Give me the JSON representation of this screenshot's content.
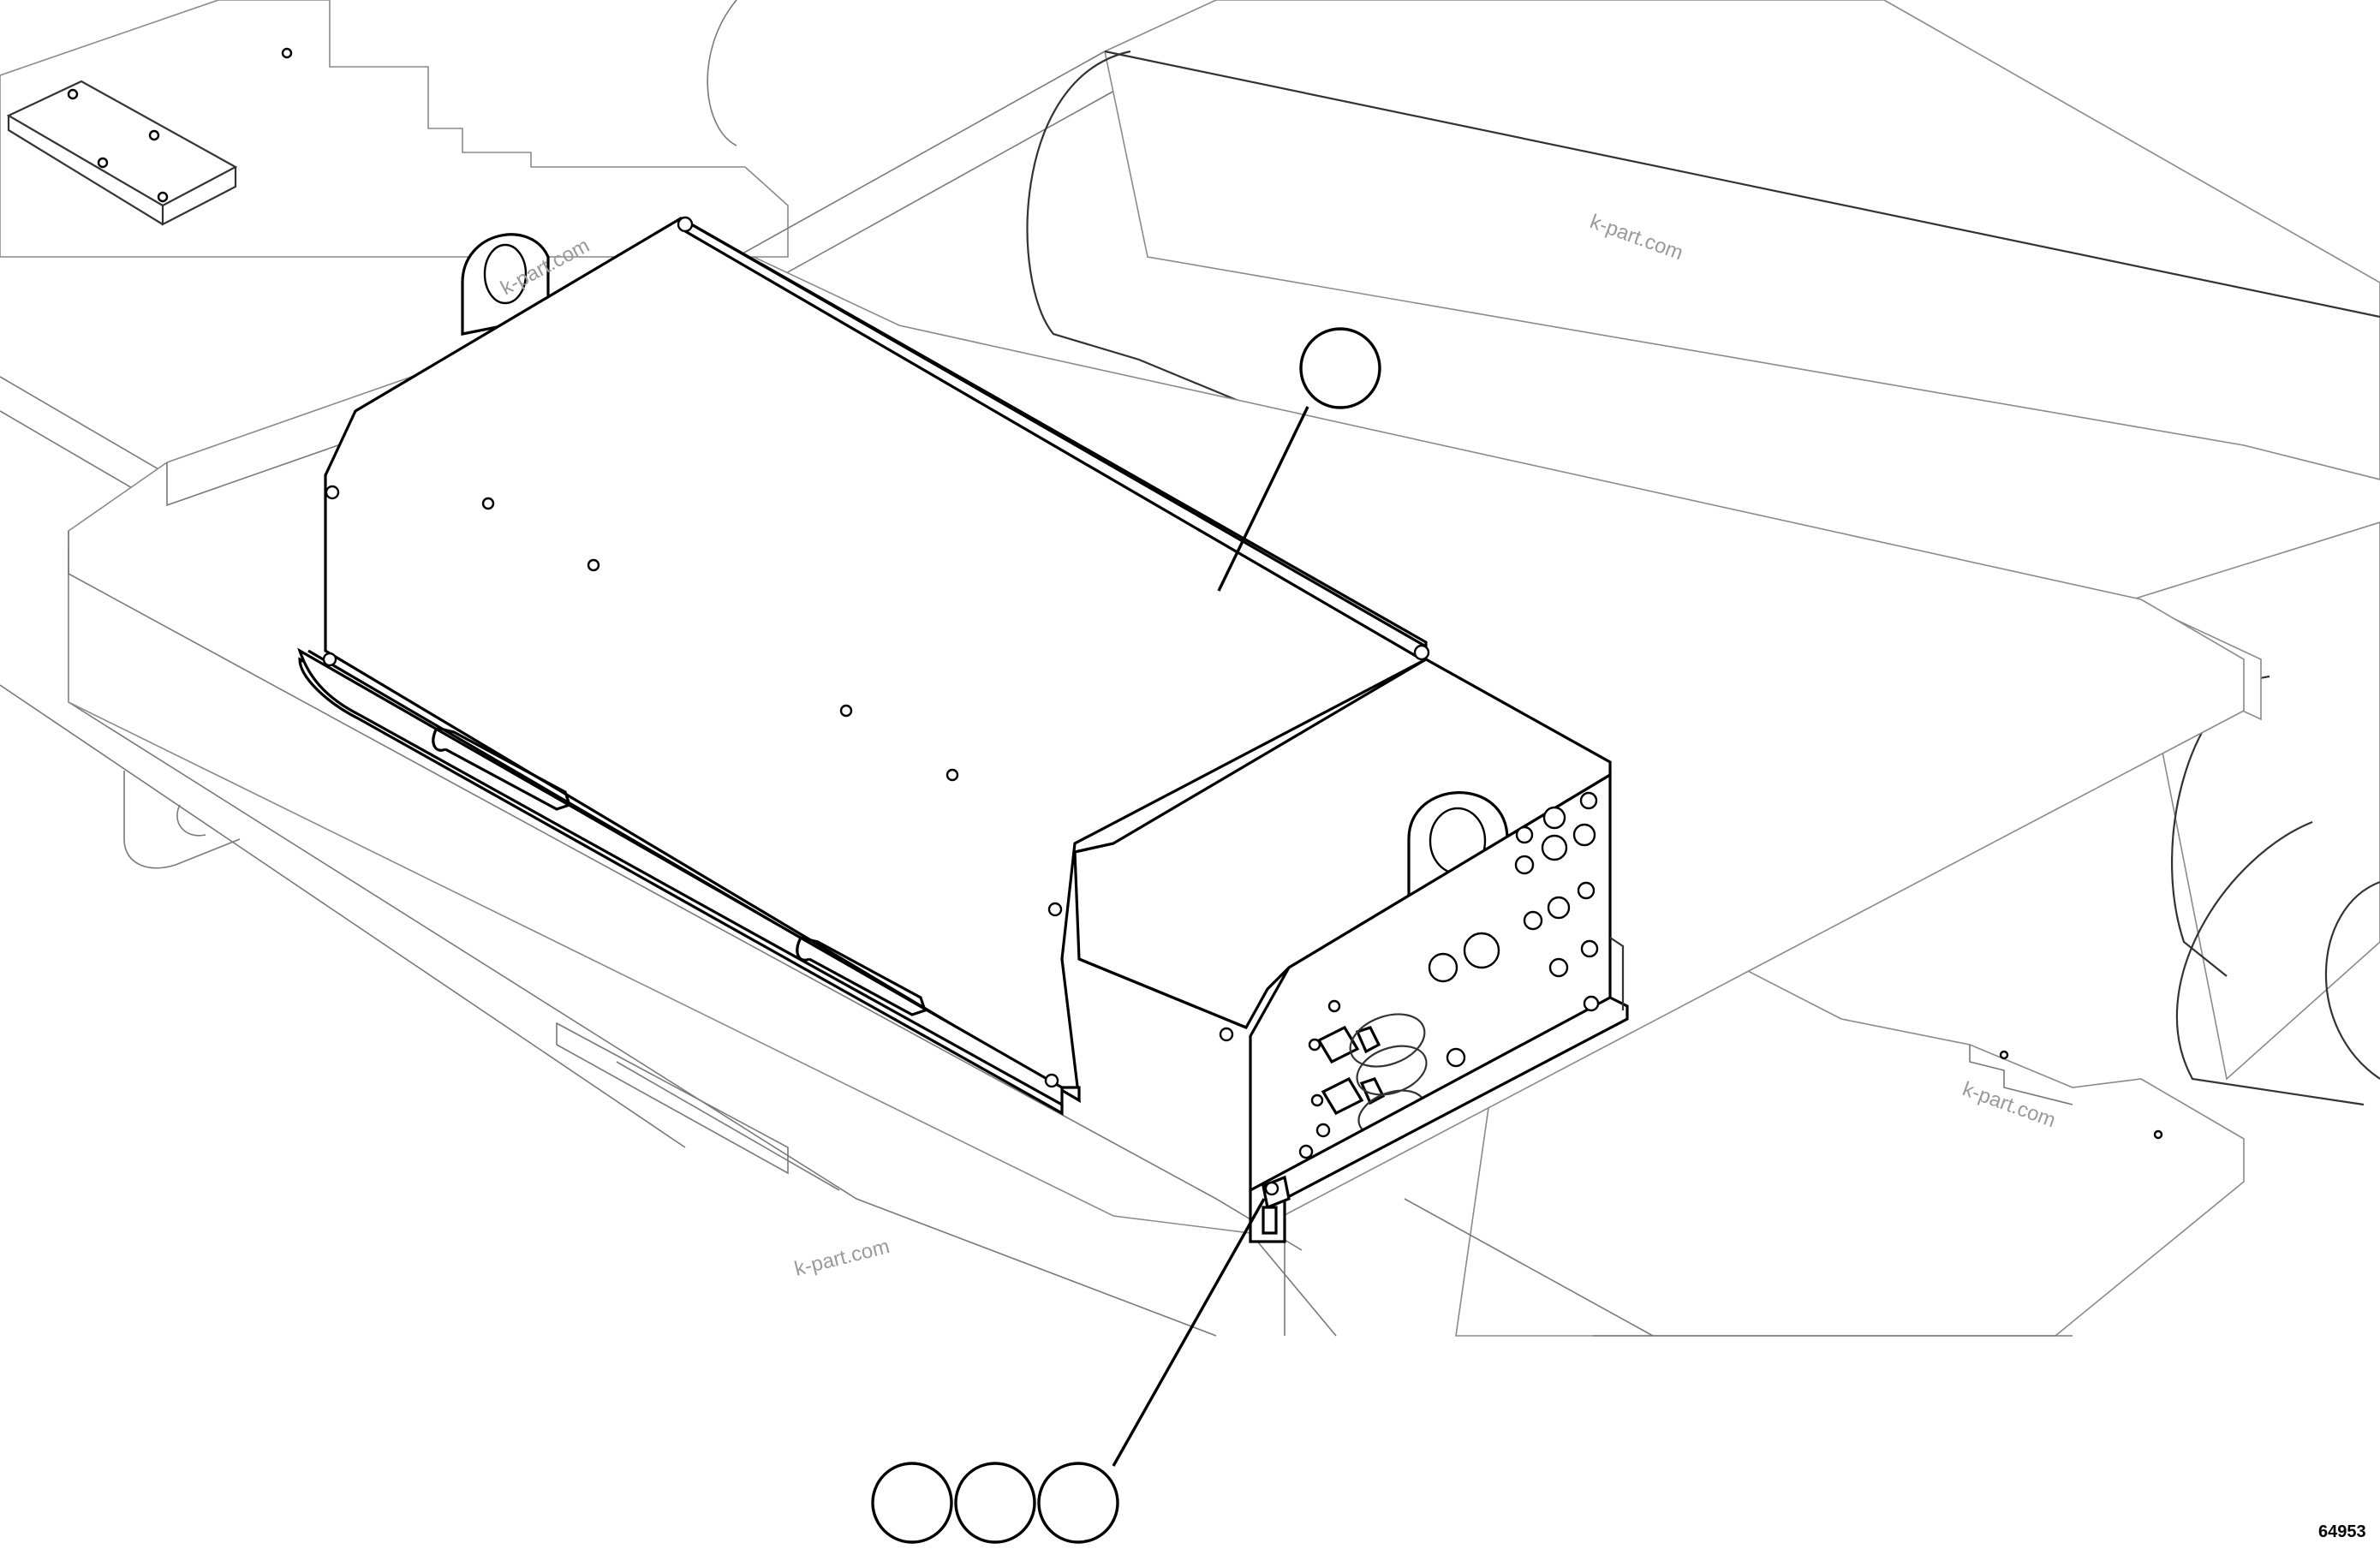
{
  "watermark": {
    "text_1": "k-part.com",
    "text_2": "k-part.com",
    "text_3": "k-part.com",
    "text_4": "k-part.com"
  },
  "figure_number": "64953",
  "callouts": [
    {
      "id": "callout-top",
      "label": ""
    },
    {
      "id": "callout-bottom-1",
      "label": ""
    },
    {
      "id": "callout-bottom-2",
      "label": ""
    },
    {
      "id": "callout-bottom-3",
      "label": ""
    }
  ]
}
